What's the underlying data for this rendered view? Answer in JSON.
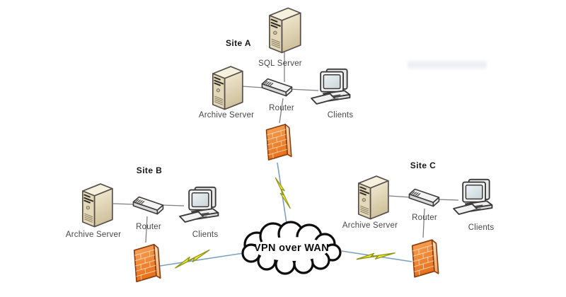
{
  "cloud": {
    "label": "VPN over WAN"
  },
  "sites": {
    "a": {
      "title": "Site A",
      "sql_server": "SQL Server",
      "archive_server": "Archive Server",
      "router": "Router",
      "clients": "Clients"
    },
    "b": {
      "title": "Site B",
      "archive_server": "Archive Server",
      "router": "Router",
      "clients": "Clients"
    },
    "c": {
      "title": "Site C",
      "archive_server": "Archive Server",
      "router": "Router",
      "clients": "Clients"
    }
  },
  "icons": {
    "server": "tower-server-icon",
    "router": "router-icon",
    "clients": "desktop-client-icon",
    "firewall": "firewall-brick-icon",
    "lightning": "lightning-bolt-icon",
    "cloud": "cloud-icon"
  },
  "colors": {
    "firewall_orange": "#ed7d31",
    "firewall_outline": "#8a3c0c",
    "server_beige": "#e3d9ba",
    "lightning_yellow": "#f4f13b",
    "wan_link_blue": "#7da0bf",
    "lan_link_gray": "#7f7f7f",
    "outline_dark": "#3a3a3a",
    "cloud_outline": "#0d0d0d"
  }
}
